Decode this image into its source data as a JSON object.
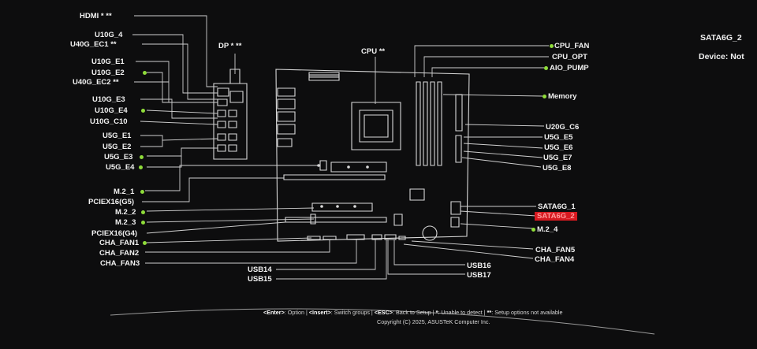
{
  "page": {
    "right_panel": {
      "title": "SATA6G_2",
      "device": "Device: Not"
    },
    "footer": {
      "help": [
        {
          "key": "<Enter>",
          "text": ": Option | "
        },
        {
          "key": "<Insert>",
          "text": ": Switch groups | "
        },
        {
          "key": "<ESC>",
          "text": ": Back to Setup | "
        },
        {
          "key": "*",
          "text": ": Unable to detect | "
        },
        {
          "key": "**",
          "text": ": Setup options not available"
        }
      ],
      "copyright": "Copyright (C) 2025, ASUSTeK Computer Inc."
    },
    "labels": {
      "hdmi": "HDMI * **",
      "dp": "DP * **",
      "cpu": "CPU **",
      "u10g_4": "U10G_4",
      "u40g_ec1": "U40G_EC1 **",
      "u10g_e1": "U10G_E1",
      "u10g_e2": "U10G_E2",
      "u40g_ec2": "U40G_EC2 **",
      "u10g_e3": "U10G_E3",
      "u10g_e4": "U10G_E4",
      "u10g_c10": "U10G_C10",
      "u5g_e1": "U5G_E1",
      "u5g_e2": "U5G_E2",
      "u5g_e3": "U5G_E3",
      "u5g_e4": "U5G_E4",
      "m2_1": "M.2_1",
      "pciex16_g5": "PCIEX16(G5)",
      "m2_2": "M.2_2",
      "m2_3": "M.2_3",
      "pciex16_g4": "PCIEX16(G4)",
      "cha_fan1": "CHA_FAN1",
      "cha_fan2": "CHA_FAN2",
      "cha_fan3": "CHA_FAN3",
      "usb14": "USB14",
      "usb15": "USB15",
      "usb16": "USB16",
      "usb17": "USB17",
      "cpu_fan": "CPU_FAN",
      "cpu_opt": "CPU_OPT",
      "aio_pump": "AIO_PUMP",
      "memory": "Memory",
      "u20g_c6": "U20G_C6",
      "u5g_e5": "U5G_E5",
      "u5g_e6": "U5G_E6",
      "u5g_e7": "U5G_E7",
      "u5g_e8": "U5G_E8",
      "sata6g_1": "SATA6G_1",
      "sata6g_2": "SATA6G_2",
      "m2_4": "M.2_4",
      "cha_fan5": "CHA_FAN5",
      "cha_fan4": "CHA_FAN4"
    },
    "colors": {
      "detected": "#8fdc3a",
      "selected": "#d71920",
      "line": "#d9d9d9"
    }
  }
}
